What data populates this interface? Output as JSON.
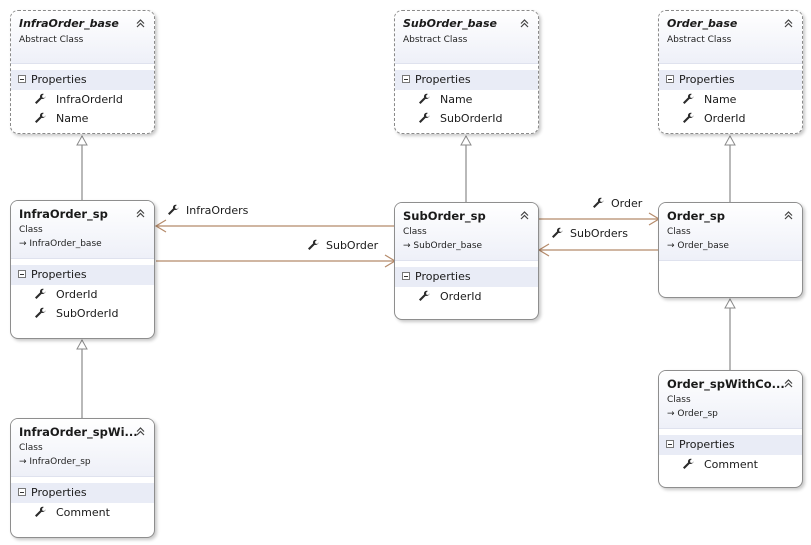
{
  "colors": {
    "association": "#b58a6a",
    "inheritance": "#8a8a8a",
    "section_bg": "#e9ecf6"
  },
  "icons": {
    "property": "wrench-icon",
    "collapse": "chevron-up-icon",
    "section_toggle": "minus-box-icon",
    "inherits": "arrow-right-icon"
  },
  "classes": {
    "infraorder_base": {
      "name": "InfraOrder_base",
      "kind": "Abstract Class",
      "section": "Properties",
      "props": [
        "InfraOrderId",
        "Name"
      ]
    },
    "suborder_base": {
      "name": "SubOrder_base",
      "kind": "Abstract Class",
      "section": "Properties",
      "props": [
        "Name",
        "SubOrderId"
      ]
    },
    "order_base": {
      "name": "Order_base",
      "kind": "Abstract Class",
      "section": "Properties",
      "props": [
        "Name",
        "OrderId"
      ]
    },
    "infraorder_sp": {
      "name": "InfraOrder_sp",
      "kind": "Class",
      "base": "→ InfraOrder_base",
      "section": "Properties",
      "props": [
        "OrderId",
        "SubOrderId"
      ]
    },
    "suborder_sp": {
      "name": "SubOrder_sp",
      "kind": "Class",
      "base": "→ SubOrder_base",
      "section": "Properties",
      "props": [
        "OrderId"
      ]
    },
    "order_sp": {
      "name": "Order_sp",
      "kind": "Class",
      "base": "→ Order_base"
    },
    "infraorder_spwi": {
      "name": "InfraOrder_spWi...",
      "kind": "Class",
      "base": "→ InfraOrder_sp",
      "section": "Properties",
      "props": [
        "Comment"
      ]
    },
    "order_spwithco": {
      "name": "Order_spWithCo...",
      "kind": "Class",
      "base": "→ Order_sp",
      "section": "Properties",
      "props": [
        "Comment"
      ]
    }
  },
  "associations": {
    "infraorders": "InfraOrders",
    "suborder": "SubOrder",
    "order": "Order",
    "suborders": "SubOrders"
  }
}
